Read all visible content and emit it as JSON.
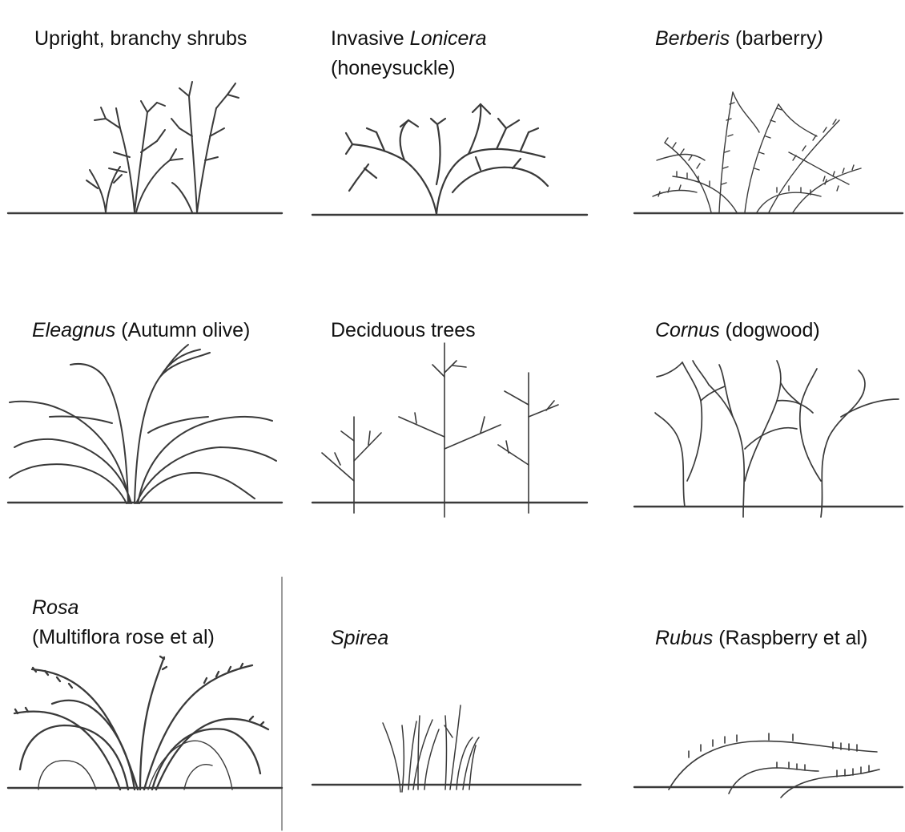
{
  "panels": [
    {
      "id": "upright-shrubs",
      "line1": {
        "plain": "Upright, branchy shrubs"
      }
    },
    {
      "id": "lonicera",
      "line1": {
        "plain": "Invasive ",
        "italic": "Lonicera"
      },
      "line2": {
        "plain": "(honeysuckle)"
      }
    },
    {
      "id": "berberis",
      "line1": {
        "italic": "Berberis",
        "plain": " (barberry",
        "italic2": ")"
      }
    },
    {
      "id": "eleagnus",
      "line1": {
        "italic": "Eleagnus",
        "plain": " (Autumn olive)"
      }
    },
    {
      "id": "deciduous-trees",
      "line1": {
        "plain": "Deciduous trees"
      }
    },
    {
      "id": "cornus",
      "line1": {
        "italic": "Cornus",
        "plain": " (dogwood)"
      }
    },
    {
      "id": "rosa",
      "line1": {
        "italic": "Rosa"
      },
      "line2": {
        "plain": "(Multiflora rose et al)"
      }
    },
    {
      "id": "spirea",
      "line1": {
        "italic": "Spirea"
      }
    },
    {
      "id": "rubus",
      "line1": {
        "italic": "Rubus",
        "plain": " (Raspberry et al)"
      }
    }
  ],
  "colors": {
    "ground": "#2c3848",
    "sketch": "#3a3a3a",
    "text": "#111111"
  }
}
